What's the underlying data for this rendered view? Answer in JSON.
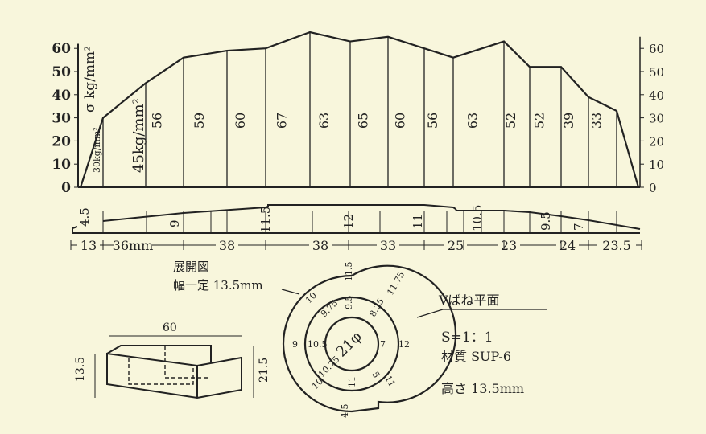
{
  "chart_data": {
    "type": "line",
    "title": "",
    "ylabel": "σ kg/mm²",
    "ylim": [
      0,
      65
    ],
    "yticks": [
      0,
      10,
      20,
      30,
      40,
      50,
      60
    ],
    "values": [
      0,
      30,
      45,
      56,
      59,
      60,
      67,
      63,
      65,
      60,
      56,
      63,
      52,
      52,
      39,
      33,
      0
    ],
    "segment_labels": [
      "30kg/mm²",
      "45kg/mm²",
      "56",
      "59",
      "60",
      "67",
      "63",
      "65",
      "60",
      "56",
      "63",
      "52",
      "52",
      "39",
      "33"
    ]
  },
  "profile": {
    "thickness_labels": [
      "4.5",
      "9",
      "11.5",
      "12",
      "11",
      "10.5",
      "9.5",
      "7"
    ],
    "lengths": [
      "13",
      "36mm",
      "38",
      "38",
      "33",
      "25",
      "23",
      "24",
      "23.5"
    ]
  },
  "notes": {
    "development_label": "展開図",
    "width_note": "幅一定 13.5mm",
    "plan_label": "Vばね平面",
    "scale": "S=1：1",
    "material": "材質 SUP-6",
    "height": "高さ 13.5mm"
  },
  "spiral_dims": [
    "11.5",
    "9.5",
    "11.75",
    "8.25",
    "10",
    "9.75",
    "9",
    "10.5",
    "7",
    "12",
    "21φ",
    "10.75",
    "5",
    "11",
    "11",
    "4.5",
    "10"
  ],
  "iso_dims": {
    "width": "60",
    "height_left": "13.5",
    "height_right": "21.5"
  }
}
